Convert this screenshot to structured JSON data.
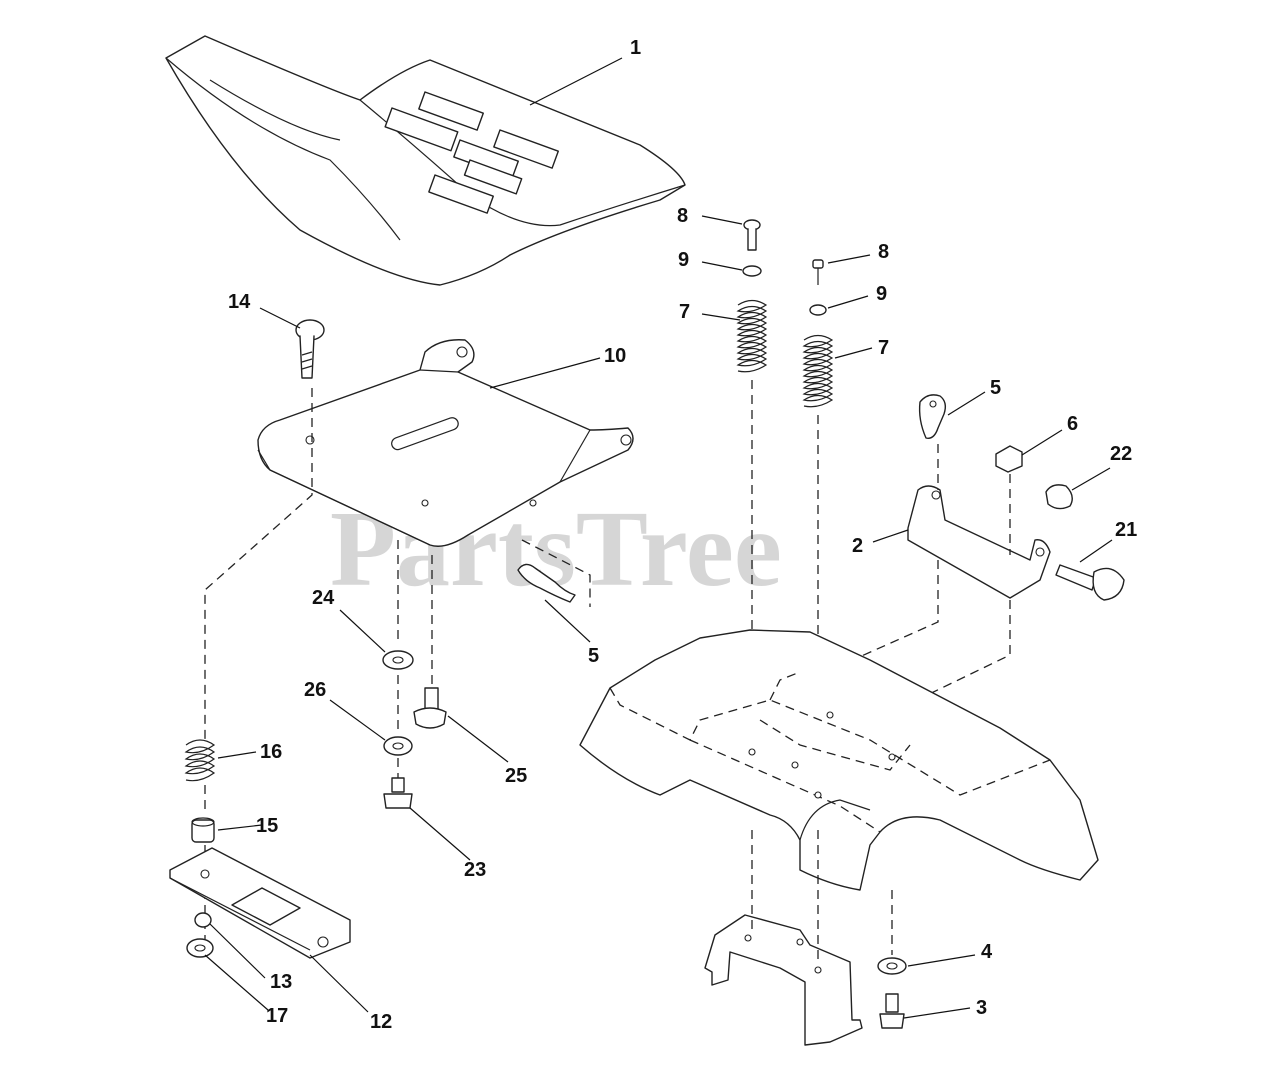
{
  "watermark": "PartsTree",
  "callouts": {
    "c1": "1",
    "c2": "2",
    "c3": "3",
    "c4": "4",
    "c5a": "5",
    "c5b": "5",
    "c6": "6",
    "c7a": "7",
    "c7b": "7",
    "c8a": "8",
    "c8b": "8",
    "c9a": "9",
    "c9b": "9",
    "c10": "10",
    "c12": "12",
    "c13": "13",
    "c14": "14",
    "c15": "15",
    "c16": "16",
    "c17": "17",
    "c21": "21",
    "c22": "22",
    "c23": "23",
    "c24": "24",
    "c25": "25",
    "c26": "26"
  }
}
